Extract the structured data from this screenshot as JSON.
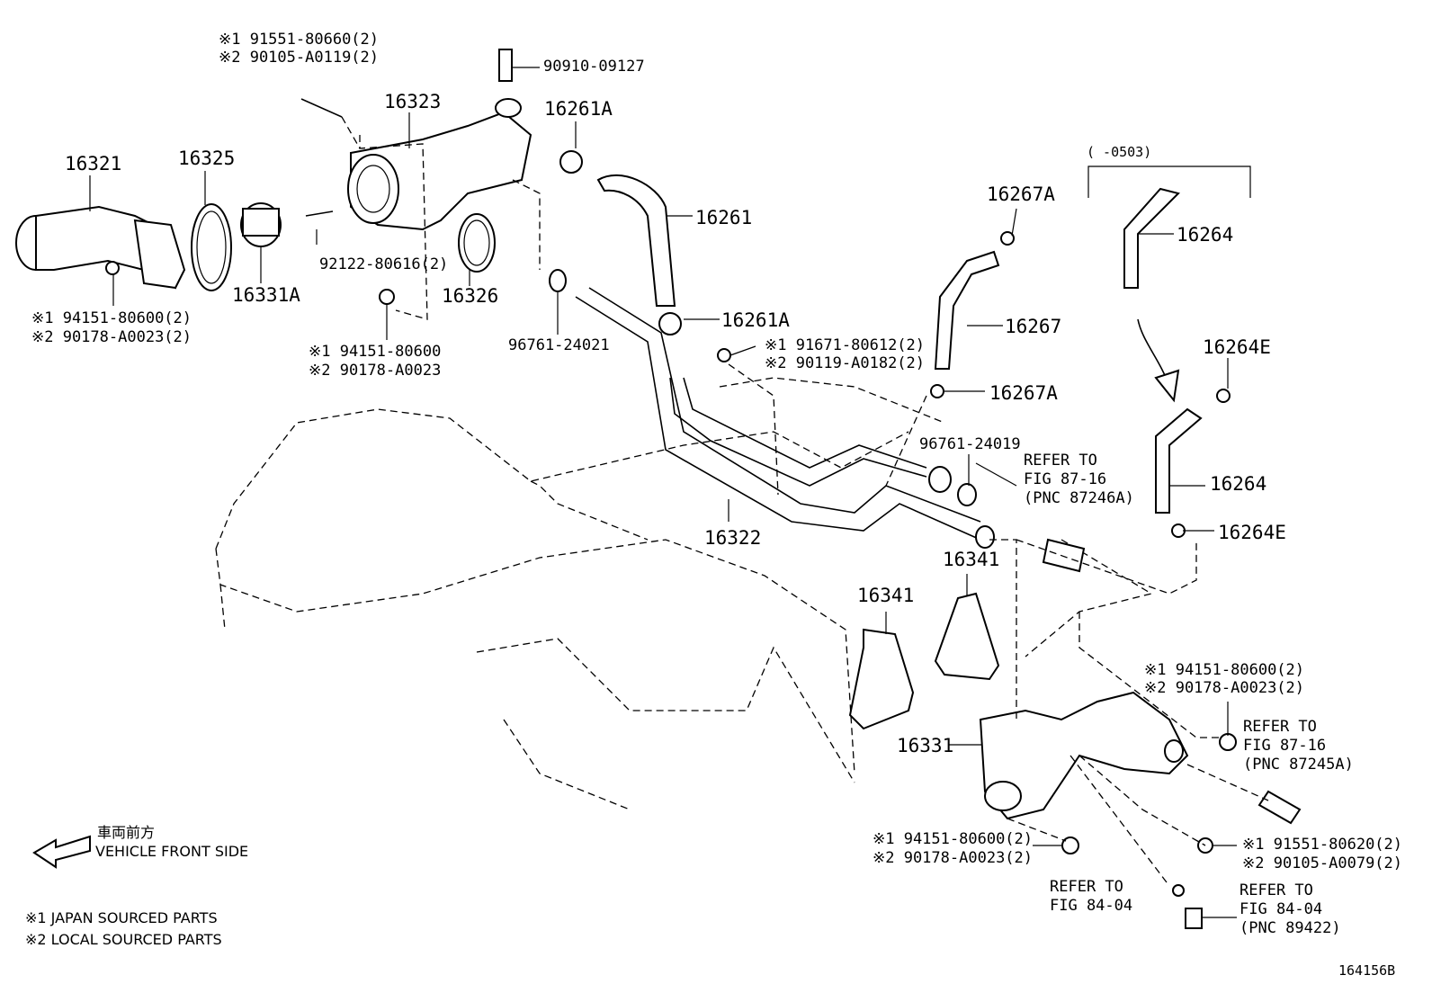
{
  "labels": {
    "p16321": "16321",
    "p16325": "16325",
    "p16323": "16323",
    "p16331A": "16331A",
    "p16326": "16326",
    "p92122": "92122-80616(2)",
    "p90910": "90910-09127",
    "p16261A_top": "16261A",
    "p16261": "16261",
    "p16261A_mid": "16261A",
    "p96761_24021": "96761-24021",
    "p16267A_top": "16267A",
    "p16267": "16267",
    "p16267A_bot": "16267A",
    "p96761_24019": "96761-24019",
    "p16264_top": "16264",
    "p0503": "(      -0503)",
    "p16264E_top": "16264E",
    "p16264_bot": "16264",
    "p16264E_bot": "16264E",
    "p16322": "16322",
    "p16341_a": "16341",
    "p16341_b": "16341",
    "p16331": "16331",
    "fig_id": "164156B"
  },
  "callouts": {
    "bolt_top_1": "※1  91551-80660(2)",
    "bolt_top_2": "※2  90105-A0119(2)",
    "nut_left_1": "※1  94151-80600(2)",
    "nut_left_2": "※2  90178-A0023(2)",
    "nut_mid_1": "※1  94151-80600",
    "nut_mid_2": "※2  90178-A0023",
    "bolt_mid_1": "※1  91671-80612(2)",
    "bolt_mid_2": "※2  90119-A0182(2)",
    "nut_right_1": "※1  94151-80600(2)",
    "nut_right_2": "※2  90178-A0023(2)",
    "nut_bot_1": "※1  94151-80600(2)",
    "nut_bot_2": "※2  90178-A0023(2)",
    "bolt_bot_1": "※1  91551-80620(2)",
    "bolt_bot_2": "※2  90105-A0079(2)"
  },
  "refers": {
    "r1_line1": "REFER TO",
    "r1_line2": "FIG 87-16",
    "r1_line3": "(PNC 87246A)",
    "r2_line1": "REFER TO",
    "r2_line2": "FIG 87-16",
    "r2_line3": "(PNC 87245A)",
    "r3_line1": "REFER TO",
    "r3_line2": "FIG 84-04",
    "r4_line1": "REFER TO",
    "r4_line2": "FIG 84-04",
    "r4_line3": "(PNC 89422)"
  },
  "legend": {
    "front_jp": "車両前方",
    "front_en": "VEHICLE FRONT SIDE",
    "note1": "※1 JAPAN SOURCED PARTS",
    "note2": "※2 LOCAL SOURCED PARTS"
  }
}
